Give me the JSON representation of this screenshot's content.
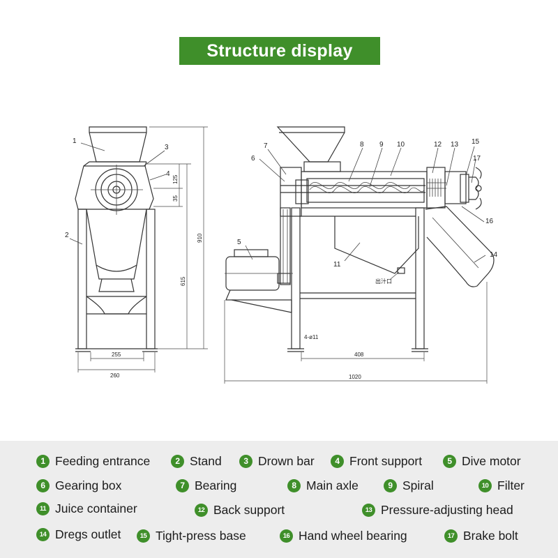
{
  "title": "Structure display",
  "colors": {
    "accent": "#3f8f2a",
    "legend_bg": "#ededed",
    "line": "#333333"
  },
  "drawing": {
    "callouts": {
      "front": [
        "1",
        "2",
        "3",
        "4"
      ],
      "side": [
        "5",
        "6",
        "7",
        "8",
        "9",
        "10",
        "11",
        "12",
        "13",
        "14",
        "15",
        "16",
        "17"
      ],
      "outlet_note": "出汁口",
      "hole_note": "4-ø11"
    },
    "dimensions": {
      "front": [
        "255",
        "260",
        "615",
        "910",
        "125",
        "35"
      ],
      "side": [
        "408",
        "1020"
      ]
    }
  },
  "legend": [
    {
      "num": "1",
      "label": "Feeding entrance"
    },
    {
      "num": "2",
      "label": "Stand"
    },
    {
      "num": "3",
      "label": "Drown bar"
    },
    {
      "num": "4",
      "label": "Front support"
    },
    {
      "num": "5",
      "label": "Dive motor"
    },
    {
      "num": "6",
      "label": "Gearing box"
    },
    {
      "num": "7",
      "label": "Bearing"
    },
    {
      "num": "8",
      "label": "Main axle"
    },
    {
      "num": "9",
      "label": "Spiral"
    },
    {
      "num": "10",
      "label": "Filter"
    },
    {
      "num": "11",
      "label": "Juice container"
    },
    {
      "num": "12",
      "label": "Back support"
    },
    {
      "num": "13",
      "label": "Pressure-adjusting head"
    },
    {
      "num": "14",
      "label": "Dregs outlet"
    },
    {
      "num": "15",
      "label": "Tight-press base"
    },
    {
      "num": "16",
      "label": "Hand wheel bearing"
    },
    {
      "num": "17",
      "label": "Brake bolt"
    }
  ]
}
